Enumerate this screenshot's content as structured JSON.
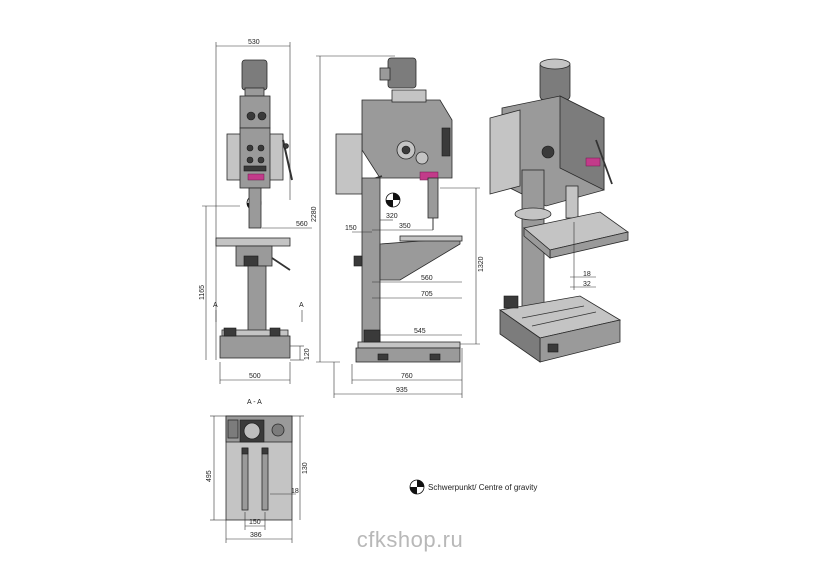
{
  "front_view": {
    "dim_width_top": "530",
    "dim_base_width": "500",
    "dim_table_offset": "560",
    "dim_table_height": "1165",
    "dim_base_height": "120",
    "section_marker_left": "A",
    "section_marker_right": "A"
  },
  "side_view": {
    "dim_total_height": "2280",
    "dim_spindle_height": "1320",
    "dim_column_offset": "150",
    "dim_cg_x": "320",
    "dim_spindle_distance": "350",
    "dim_table_reach": "560",
    "dim_table_front": "705",
    "dim_base_reach": "545",
    "dim_base_length": "760",
    "dim_total_depth": "935"
  },
  "iso_view": {
    "dim_slot_a": "18",
    "dim_slot_b": "32"
  },
  "section_view": {
    "title": "A - A",
    "dim_depth": "495",
    "dim_slot_height": "130",
    "dim_slot_width": "18",
    "dim_slot_spacing": "150",
    "dim_width": "386"
  },
  "legend": {
    "label": "Schwerpunkt/ Centre of gravity"
  },
  "watermark": "cfkshop.ru"
}
